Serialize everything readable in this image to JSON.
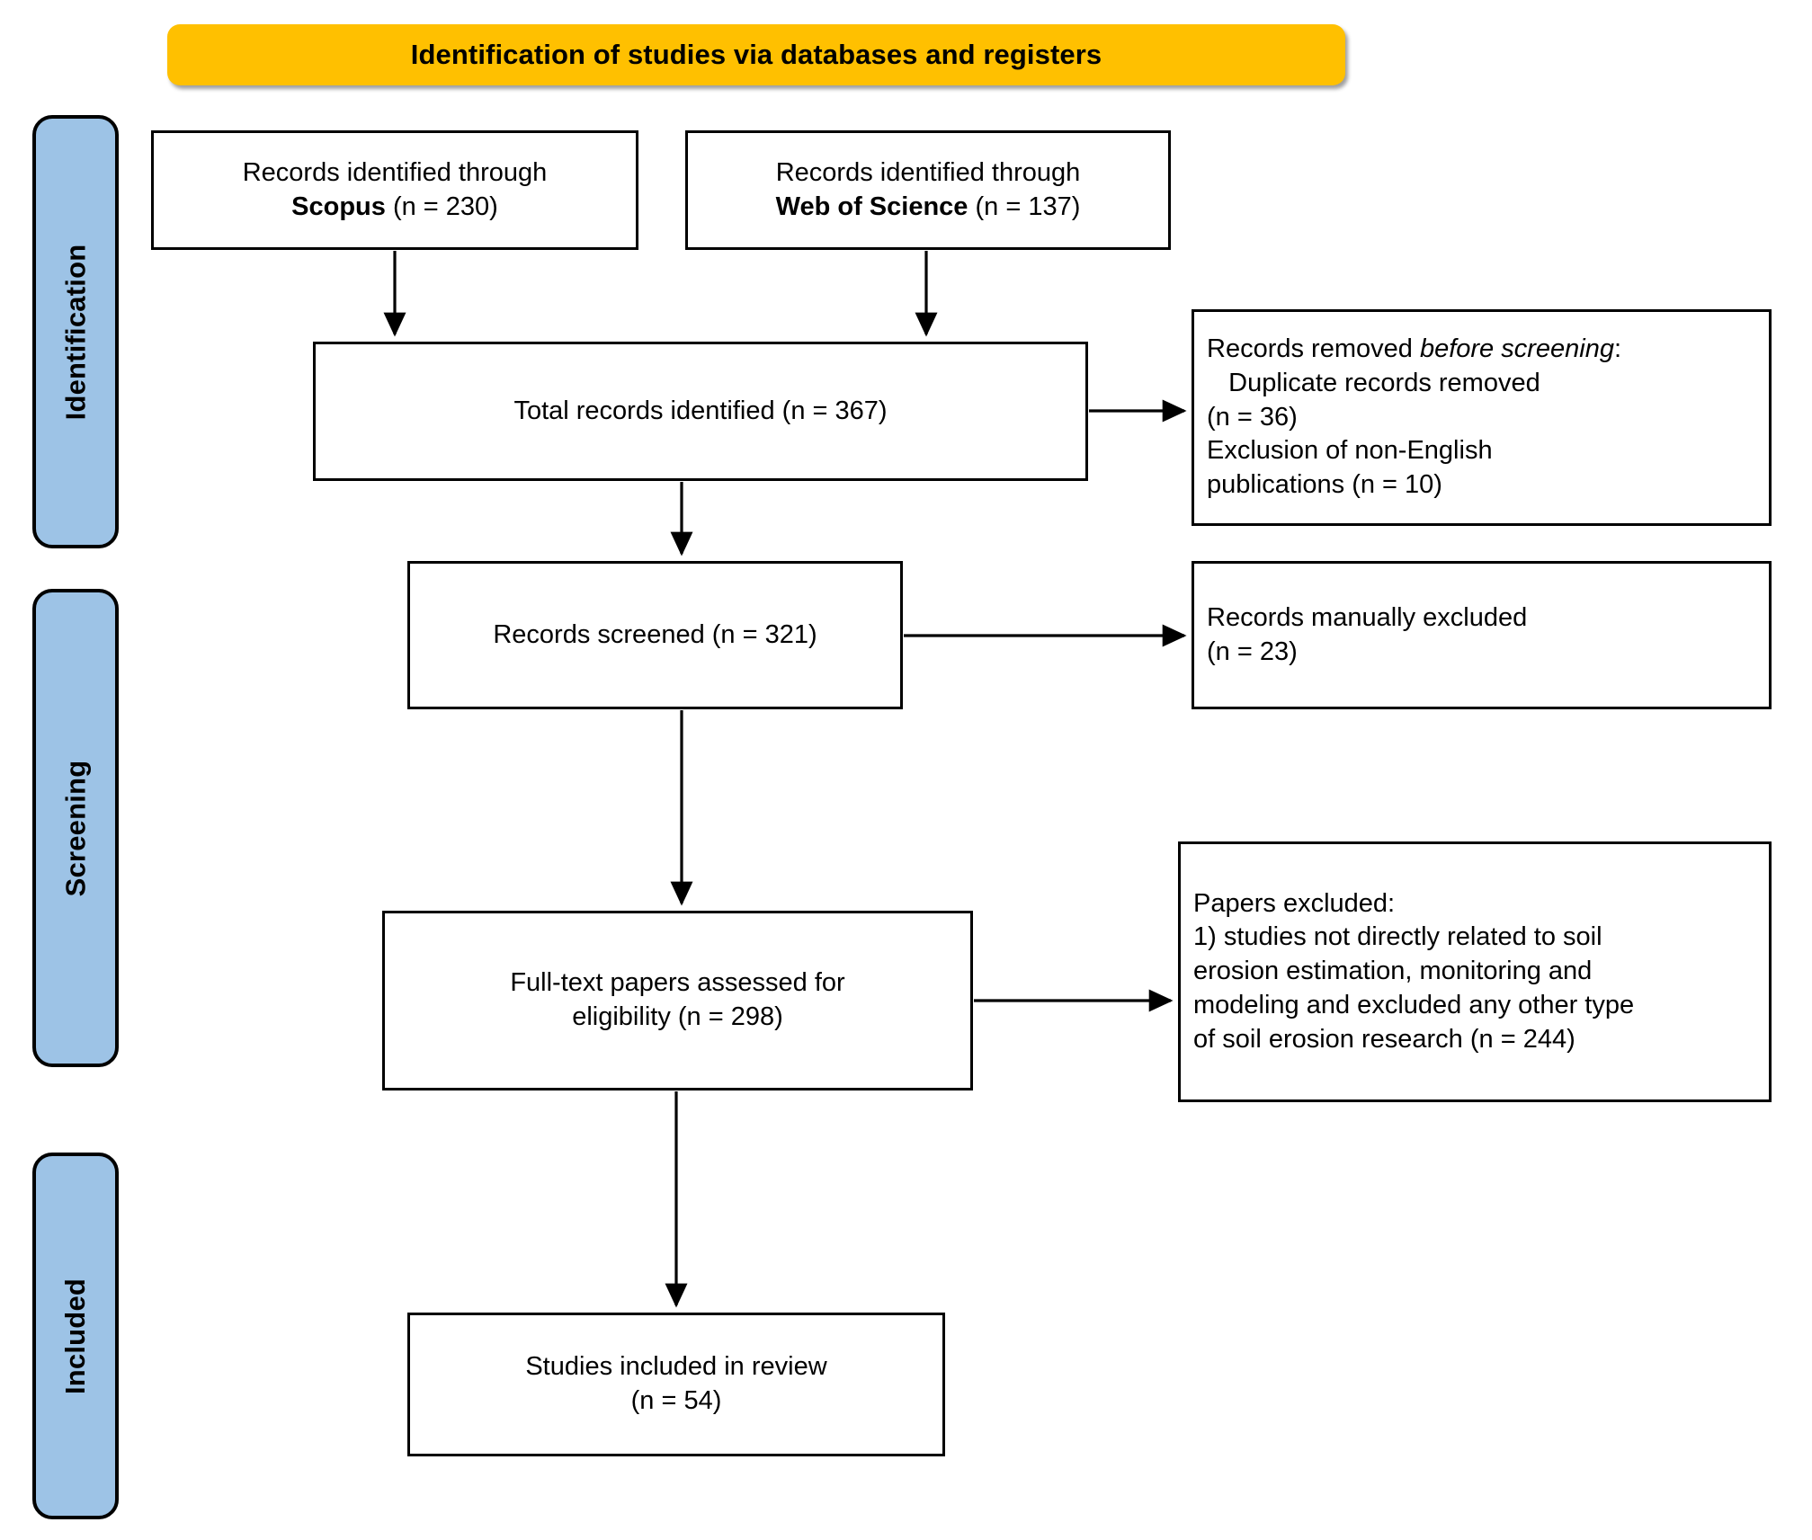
{
  "banner": {
    "title": "Identification of studies via databases and registers",
    "color": "#FFC000"
  },
  "stages": [
    {
      "id": "identification",
      "label": "Identification",
      "color": "#9DC3E6"
    },
    {
      "id": "screening",
      "label": "Screening",
      "color": "#9DC3E6"
    },
    {
      "id": "included",
      "label": "Included",
      "color": "#9DC3E6"
    }
  ],
  "nodes": {
    "scopus": {
      "line1": "Records identified through",
      "source": "Scopus",
      "count": "(n = 230)"
    },
    "wos": {
      "line1": "Records identified through",
      "source": "Web of Science",
      "count": "(n = 137)"
    },
    "total_records": {
      "text": "Total records identified (n = 367)"
    },
    "removed_before_screening": {
      "line1_a": "Records removed ",
      "line1_b": "before screening",
      "line1_c": ":",
      "line2": "   Duplicate records removed",
      "line3": "(n = 36)",
      "line4": "Exclusion of non-English",
      "line5": "publications (n = 10)"
    },
    "records_screened": {
      "text": "Records screened (n = 321)"
    },
    "manually_excluded": {
      "line1": "Records manually excluded",
      "line2": "(n = 23)"
    },
    "fulltext_assessed": {
      "line1": "Full-text papers assessed for",
      "line2": "eligibility (n = 298)"
    },
    "papers_excluded": {
      "line1": "Papers excluded:",
      "line2": "1) studies not directly related to soil",
      "line3": "erosion estimation, monitoring and",
      "line4": "modeling and excluded any other type",
      "line5": "of soil erosion research (n = 244)"
    },
    "studies_included": {
      "line1": "Studies included in review",
      "line2": "(n = 54)"
    }
  },
  "chart_data": {
    "type": "diagram",
    "title": "PRISMA flow diagram - Identification of studies via databases and registers",
    "stages": [
      "Identification",
      "Screening",
      "Included"
    ],
    "counts": {
      "scopus": 230,
      "web_of_science": 137,
      "total_identified": 367,
      "duplicates_removed": 36,
      "non_english_excluded": 10,
      "records_screened": 321,
      "manually_excluded": 23,
      "fulltext_assessed": 298,
      "papers_excluded": 244,
      "studies_included": 54
    }
  }
}
